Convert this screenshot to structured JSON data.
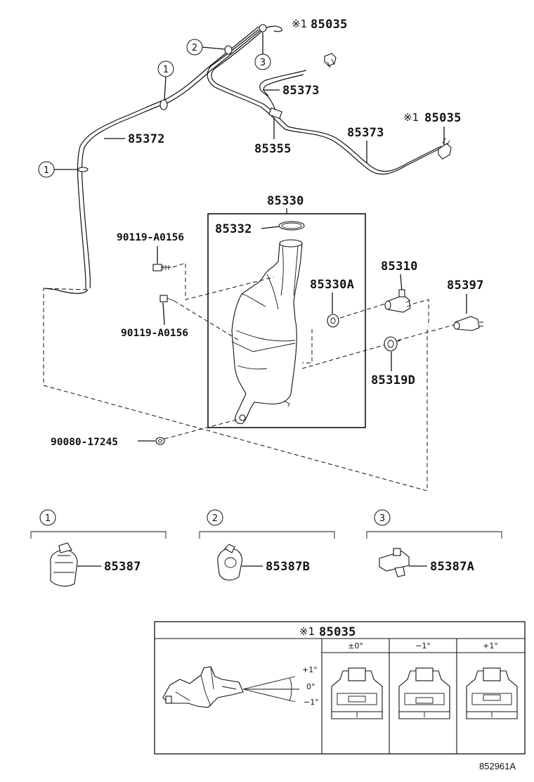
{
  "callouts": {
    "c85035_top": "85035",
    "c85035_right": "85035",
    "c85373_top": "85373",
    "c85373_mid": "85373",
    "c85372": "85372",
    "c85355": "85355",
    "c85330": "85330",
    "c85332": "85332",
    "c85330A": "85330A",
    "c85310": "85310",
    "c85397": "85397",
    "c85319D": "85319D",
    "c90119_a": "90119-A0156",
    "c90119_b": "90119-A0156",
    "c90080": "90080-17245"
  },
  "reference_mark": "※1",
  "circle_markers": {
    "m1_upper": "1",
    "m1_left": "1",
    "m2": "2",
    "m3": "3"
  },
  "clip_details": [
    {
      "marker": "1",
      "part": "85387"
    },
    {
      "marker": "2",
      "part": "85387B"
    },
    {
      "marker": "3",
      "part": "85387A"
    }
  ],
  "nozzle_table": {
    "title_mark": "※1",
    "title_part": "85035",
    "columns": [
      "±0°",
      "−1°",
      "+1°"
    ],
    "angle_labels": [
      "+1°",
      "0°",
      "−1°"
    ]
  },
  "illustration_code": "852961A"
}
